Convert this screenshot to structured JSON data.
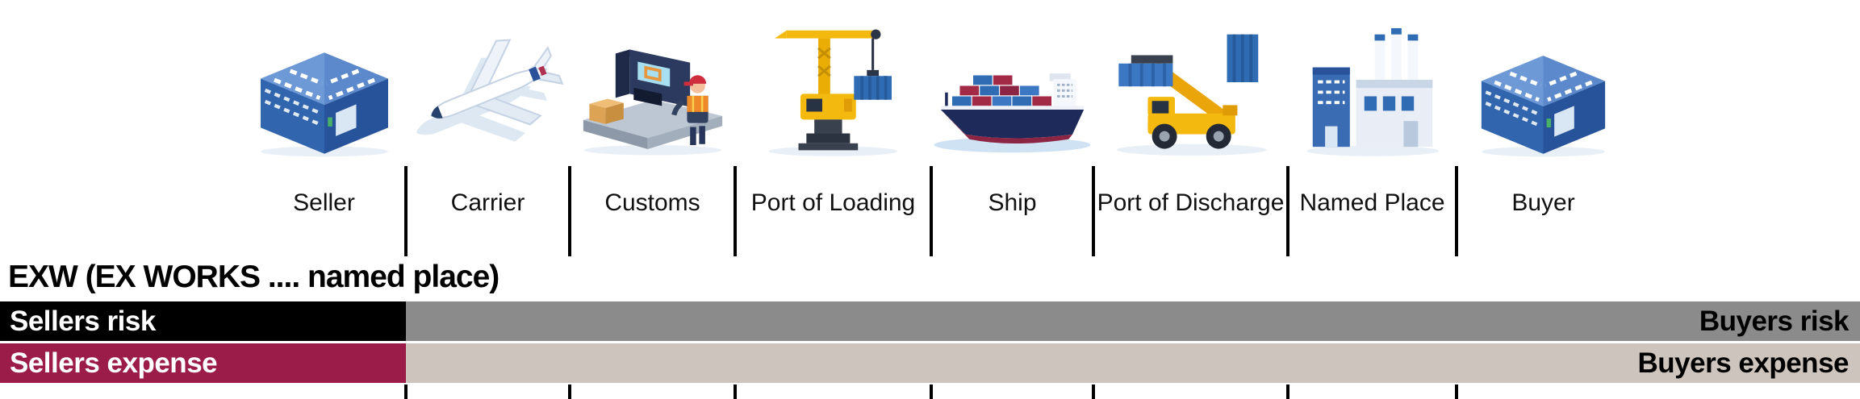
{
  "title": "EXW (EX WORKS .... named place)",
  "stages": [
    {
      "label": "Seller",
      "icon": "warehouse-icon"
    },
    {
      "label": "Carrier",
      "icon": "airplane-icon"
    },
    {
      "label": "Customs",
      "icon": "customs-scanner-icon"
    },
    {
      "label": "Port of Loading",
      "icon": "harbor-crane-icon"
    },
    {
      "label": "Ship",
      "icon": "container-ship-icon"
    },
    {
      "label": "Port of Discharge",
      "icon": "reach-stacker-icon"
    },
    {
      "label": "Named Place",
      "icon": "factory-icon"
    },
    {
      "label": "Buyer",
      "icon": "warehouse-icon"
    }
  ],
  "bars": {
    "risk": {
      "seller": "Sellers risk",
      "buyer": "Buyers risk"
    },
    "expense": {
      "seller": "Sellers expense",
      "buyer": "Buyers expense"
    }
  },
  "colors": {
    "risk_seller": "#000000",
    "risk_buyer": "#8b8b8b",
    "expense_seller": "#9c1c49",
    "expense_buyer": "#cdc4bd",
    "divider": "#000000"
  }
}
